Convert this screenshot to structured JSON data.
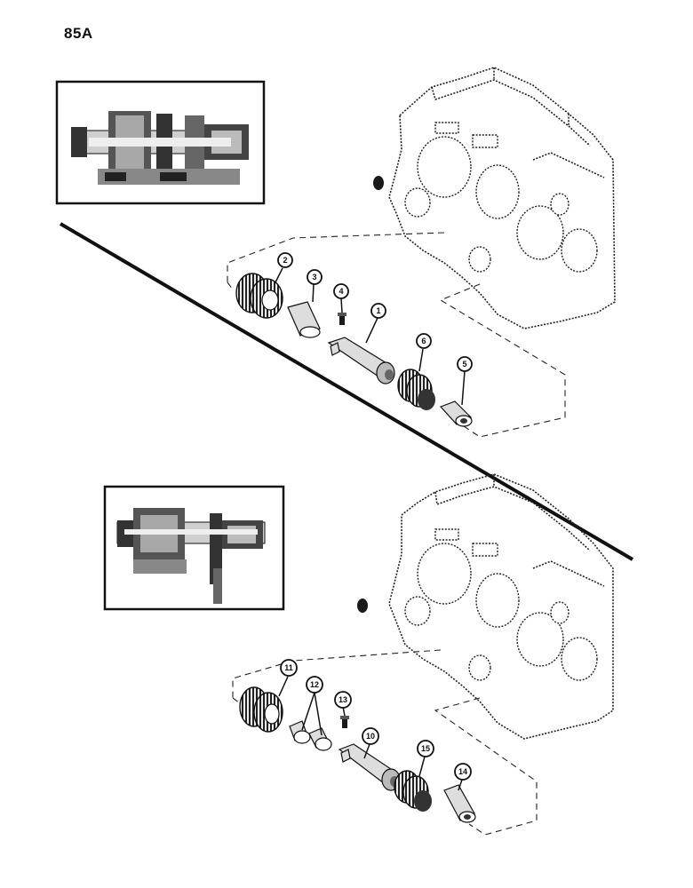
{
  "page": {
    "number": "85A"
  },
  "top_assembly": {
    "callouts": [
      "2",
      "3",
      "4",
      "1",
      "6",
      "5"
    ]
  },
  "bottom_assembly": {
    "callouts": [
      "11",
      "12",
      "13",
      "10",
      "15",
      "14"
    ]
  },
  "colors": {
    "ink": "#111111",
    "paper": "#ffffff"
  }
}
